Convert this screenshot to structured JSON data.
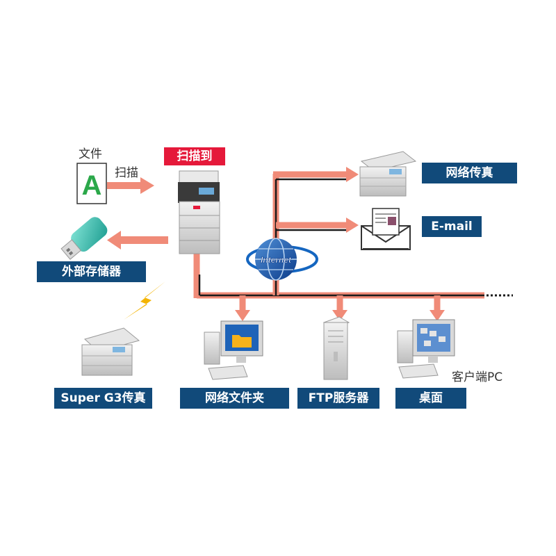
{
  "labels": {
    "document": "文件",
    "scan": "扫描",
    "scan_to": "扫描到",
    "network_fax": "网络传真",
    "email": "E-mail",
    "external_storage": "外部存储器",
    "internet": "Internet",
    "super_g3_fax": "Super G3传真",
    "network_folder": "网络文件夹",
    "ftp_server": "FTP服务器",
    "desktop": "桌面",
    "client_pc": "客户端PC",
    "doc_letter": "A"
  },
  "colors": {
    "label_bg": "#114a7a",
    "scan_to_bg": "#e5193a",
    "salmon_line": "#f08b78",
    "black_line": "#1a1a1a",
    "lightning": "#f4b400"
  }
}
